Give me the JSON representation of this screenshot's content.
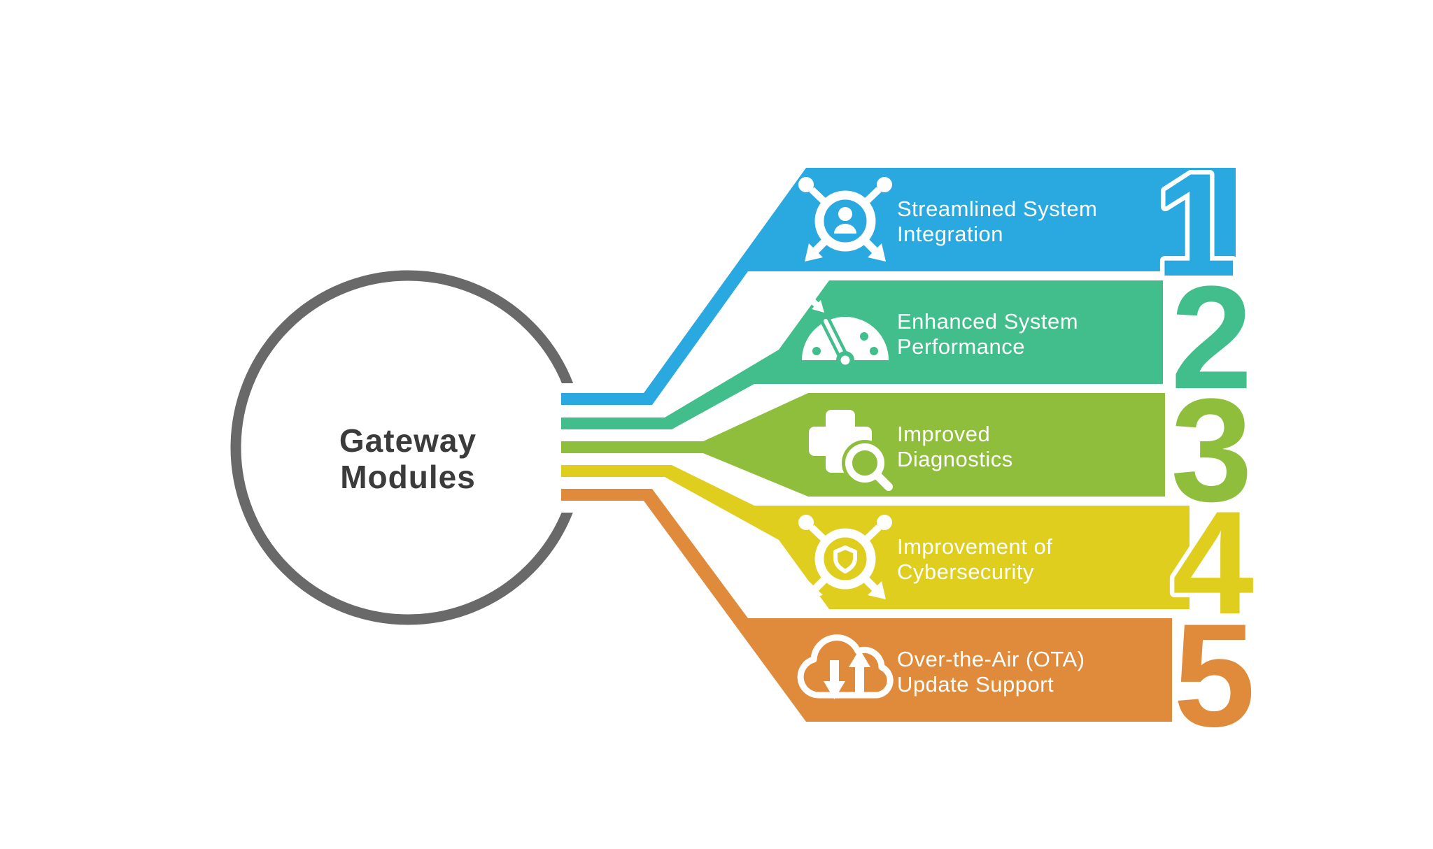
{
  "title": {
    "line1": "Gateway",
    "line2": "Modules",
    "color": "#3b3b3b"
  },
  "hub_circle_color": "#696969",
  "label_text_color": "#ffffff",
  "icon_color": "#ffffff",
  "items": [
    {
      "number": "1",
      "label_line1": "Streamlined System",
      "label_line2": "Integration",
      "color": "#29a9df",
      "icon": "system-integration-network-icon"
    },
    {
      "number": "2",
      "label_line1": "Enhanced System",
      "label_line2": "Performance",
      "color": "#41be8c",
      "icon": "performance-gauge-icon"
    },
    {
      "number": "3",
      "label_line1": "Improved",
      "label_line2": "Diagnostics",
      "color": "#8ebe3b",
      "icon": "diagnostics-magnifier-icon"
    },
    {
      "number": "4",
      "label_line1": "Improvement of",
      "label_line2": "Cybersecurity",
      "color": "#e0ce1f",
      "icon": "cybersecurity-shield-network-icon"
    },
    {
      "number": "5",
      "label_line1": "Over-the-Air (OTA)",
      "label_line2": "Update Support",
      "color": "#e08b3b",
      "icon": "cloud-update-icon"
    }
  ]
}
